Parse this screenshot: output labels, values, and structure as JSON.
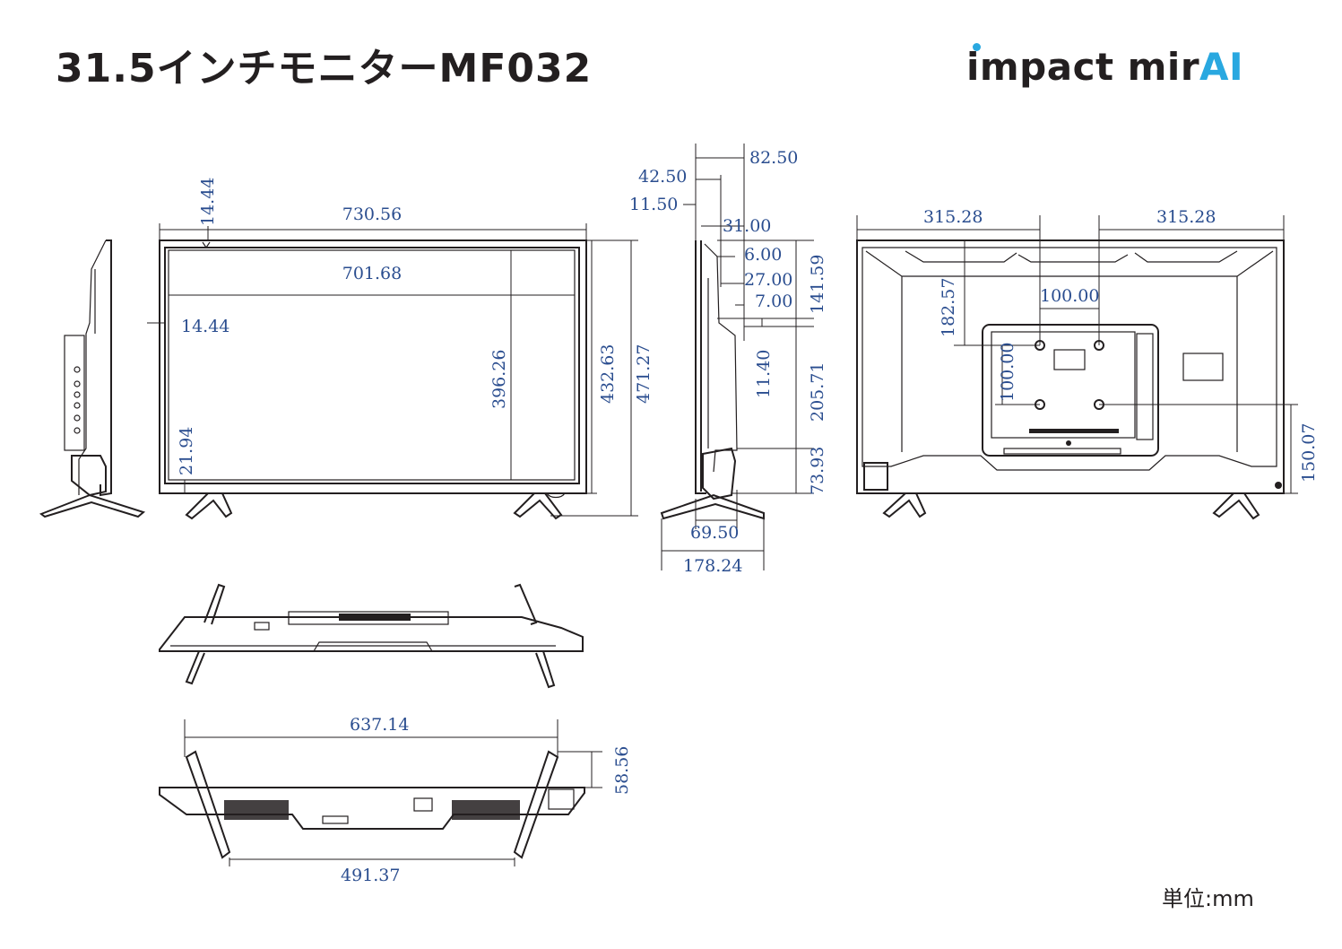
{
  "title": "31.5インチモニターMF032",
  "brand": {
    "name_main": "impact mir",
    "name_accent": "AI",
    "accent_color": "#29a8e0"
  },
  "unit_label": "単位:mm",
  "dimension_color": "#2a4d8f",
  "line_color": "#231f20",
  "front_view": {
    "overall_width": "730.56",
    "screen_width": "701.68",
    "top_bezel": "14.44",
    "side_bezel": "14.44",
    "bottom_bezel": "21.94",
    "screen_height": "396.26",
    "panel_height": "432.63",
    "overall_height": "471.27"
  },
  "side_view": {
    "depth_total_top": "82.50",
    "depth_42": "42.50",
    "depth_11": "11.50",
    "depth_31": "31.00",
    "depth_6": "6.00",
    "depth_27": "27.00",
    "depth_7": "7.00",
    "height_141": "141.59",
    "height_11": "11.40",
    "height_205": "205.71",
    "height_73": "73.93",
    "stand_69": "69.50",
    "stand_178": "178.24"
  },
  "rear_view": {
    "left_half": "315.28",
    "right_half": "315.28",
    "vesa_h": "100.00",
    "vesa_v": "100.00",
    "top_to_vesa": "182.57",
    "bottom_to_vesa": "150.07"
  },
  "bottom_view": {
    "stand_outer": "637.14",
    "stand_inner": "491.37",
    "stand_depth": "58.56"
  }
}
